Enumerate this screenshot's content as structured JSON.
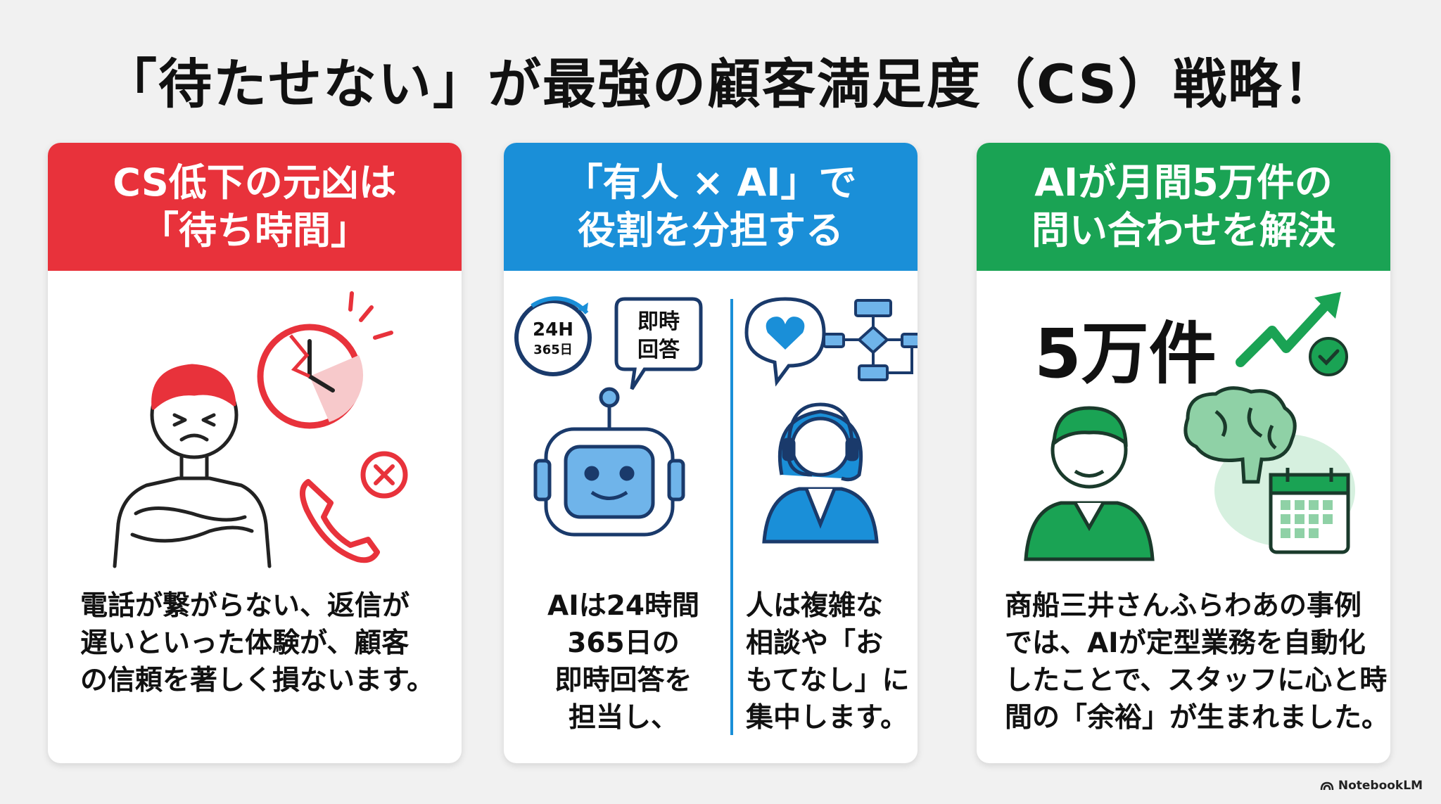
{
  "title": "「待たせない」が最強の顧客満足度（CS）戦略！",
  "colors": {
    "red": "#e8323b",
    "blue": "#1a8fd8",
    "green": "#1aa354"
  },
  "cards": [
    {
      "head_line1": "CS低下の元凶は",
      "head_line2": "「待ち時間」",
      "text_lines": [
        "電話が繋がらない、返信が",
        "遅いといった体験が、顧客",
        "の信頼を著しく損ないます。"
      ]
    },
    {
      "head_line1": "「有人 × AI」で",
      "head_line2": "役割を分担する",
      "left_lines": [
        "AIは24時間",
        "365日の",
        "即時回答を",
        "担当し、"
      ],
      "right_lines": [
        "人は複雑な",
        "相談や「お",
        "もてなし」に",
        "集中します。"
      ],
      "clock_text_top": "24H",
      "clock_text_bottom": "365日",
      "bubble_line1": "即時",
      "bubble_line2": "回答"
    },
    {
      "head_line1": "AIが月間5万件の",
      "head_line2": "問い合わせを解決",
      "big_number": "5万件",
      "text_lines": [
        "商船三井さんふらわあの事例",
        "では、AIが定型業務を自動化",
        "したことで、スタッフに心と時",
        "間の「余裕」が生まれました。"
      ]
    }
  ],
  "brand": "NotebookLM",
  "icons": [
    "frustrated-person-icon",
    "broken-clock-icon",
    "missed-call-icon",
    "clock-24h-icon",
    "speech-bubble-icon",
    "robot-icon",
    "heart-bubble-icon",
    "flowchart-icon",
    "operator-headset-icon",
    "trend-up-arrow-icon",
    "check-circle-icon",
    "staff-person-icon",
    "brain-icon",
    "calendar-icon"
  ]
}
